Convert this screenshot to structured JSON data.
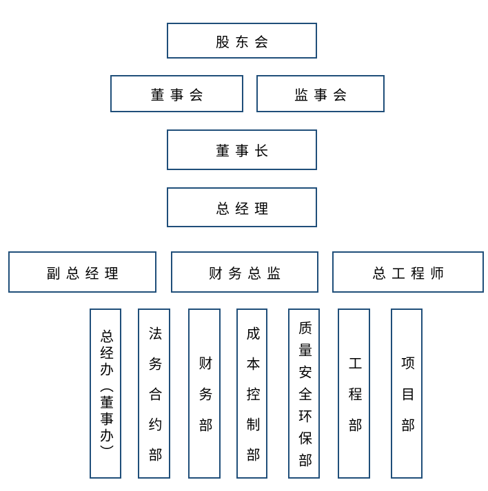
{
  "org_chart": {
    "background": "#ffffff",
    "border_color": "#1f4e79",
    "text_color": "#000000",
    "nodes": {
      "shareholders": {
        "label": "股东会"
      },
      "board": {
        "label": "董事会"
      },
      "supervisory": {
        "label": "监事会"
      },
      "chairman": {
        "label": "董事长"
      },
      "general_manager": {
        "label": "总经理"
      },
      "deputy_gm": {
        "label": "副总经理"
      },
      "cfo": {
        "label": "财务总监"
      },
      "chief_engineer": {
        "label": "总工程师"
      },
      "gm_office": {
        "label": "总经办（董事办）"
      },
      "legal_contracts": {
        "label": "法务合约部"
      },
      "finance": {
        "label": "财务部"
      },
      "cost_control": {
        "label": "成本控制部"
      },
      "qshe": {
        "label": "质量安全环保部"
      },
      "engineering": {
        "label": "工程部"
      },
      "project": {
        "label": "项目部"
      }
    }
  }
}
